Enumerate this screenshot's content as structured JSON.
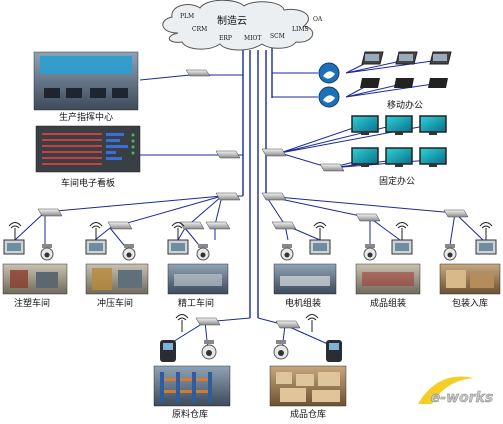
{
  "cloud": {
    "title": "制造云",
    "systems": [
      "PLM",
      "CRM",
      "ERP",
      "MIOT",
      "SCM",
      "LIMS",
      "OA"
    ]
  },
  "nodes": {
    "control_center": "生产指挥中心",
    "workshop_board": "车间电子看板",
    "mobile_office": "移动办公",
    "fixed_office": "固定办公",
    "injection_workshop": "注塑车间",
    "stamping_workshop": "冲压车间",
    "finishing_workshop": "精工车间",
    "motor_assembly": "电机组装",
    "product_assembly": "成品组装",
    "packing_storage": "包装入库",
    "raw_material_warehouse": "原料仓库",
    "finished_goods_warehouse": "成品仓库"
  },
  "watermark": "e-works",
  "colors": {
    "line": "#1a2a9a",
    "cloud": "#e9ecef"
  }
}
